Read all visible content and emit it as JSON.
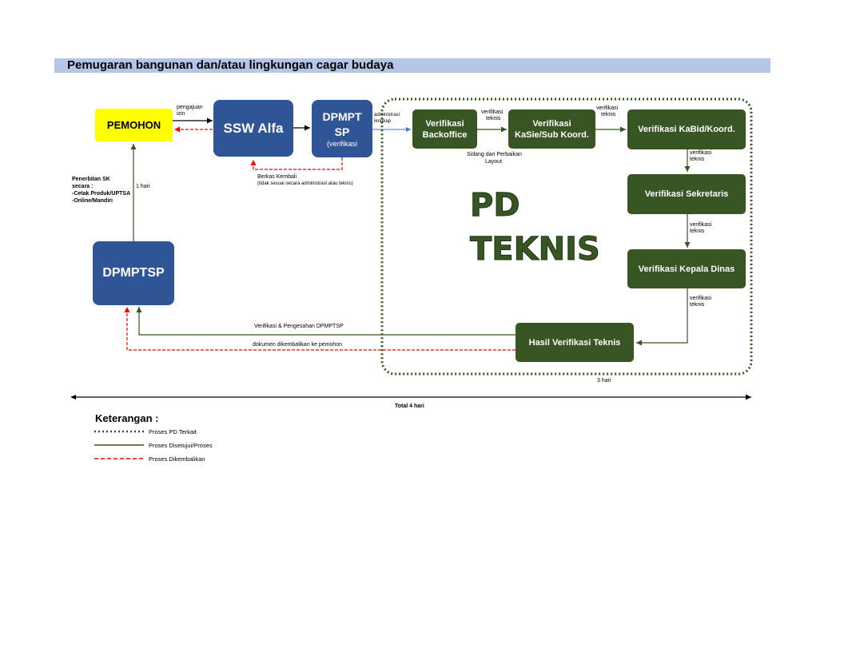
{
  "title": "Pemugaran bangunan dan/atau lingkungan cagar budaya",
  "nodes": {
    "pemohon": "PEMOHON",
    "ssw_alfa": "SSW Alfa",
    "dpmptsp_top_line1": "DPMPT",
    "dpmptsp_top_line2": "SP",
    "dpmptsp_top_sub": "(verifikasi",
    "verif_backoffice_line1": "Verifikasi",
    "verif_backoffice_line2": "Backoffice",
    "verif_kasie_line1": "Verifikasi",
    "verif_kasie_line2": "KaSie/Sub Koord.",
    "verif_kabid": "Verifikasi KaBid/Koord.",
    "verif_sekretaris": "Verifikasi Sekretaris",
    "verif_kadis": "Verifikasi Kepala Dinas",
    "hasil_verif": "Hasil Verifikasi Teknis",
    "dpmptsp_bottom": "DPMPTSP"
  },
  "pd_label_line1": "PD",
  "pd_label_line2": "TEKNIS",
  "labels": {
    "pengajuan_line1": "pengajuan",
    "pengajuan_line2": "izin",
    "admin_line1": "administrasi",
    "admin_line2": "lengkap",
    "verif_teknis_a_line1": "verifikasi",
    "verif_teknis_a_line2": "teknis",
    "verif_teknis_b_line1": "verifikasi",
    "verif_teknis_b_line2": "teknis",
    "verif_teknis_c_line1": "verifikasi",
    "verif_teknis_c_line2": "teknis",
    "verif_teknis_d_line1": "verifikasi",
    "verif_teknis_d_line2": "teknis",
    "verif_teknis_e_line1": "verifikasi",
    "verif_teknis_e_line2": "teknis",
    "sidang_line1": "Sidang dan Perbaikan",
    "sidang_line2": "Layout",
    "berkas_line1": "Berkas Kembali",
    "berkas_line2": "(tidak sesuai secara administrasi atau teknis)",
    "penerbitan_line1": "Penerbitan SK",
    "penerbitan_line2": "secara :",
    "penerbitan_line3": "-Cetak Produk/UPTSA",
    "penerbitan_line4": "-Online/Mandiri",
    "satu_hari": "1 hari",
    "verif_pengesahan": "Verifikasi & Pengesahan DPMPTSP",
    "dokumen_kembali": "dokumen dikembalikan ke pemohon",
    "tiga_hari": "3  hari",
    "total": "Total 4 hari"
  },
  "legend": {
    "title": "Keterangan :",
    "items": [
      {
        "label": "Proses PD Terkait",
        "style": "dotted",
        "color": "#375623"
      },
      {
        "label": "Proses Disetujui/Proses",
        "style": "solid",
        "color": "#375623"
      },
      {
        "label": "Proses Dikembalikan",
        "style": "dashed",
        "color": "#ff0000"
      }
    ]
  },
  "colors": {
    "blue": "#2f5597",
    "green": "#375623",
    "yellow": "#ffff00",
    "red": "#ff0000",
    "title_bar": "#b4c6e7"
  }
}
